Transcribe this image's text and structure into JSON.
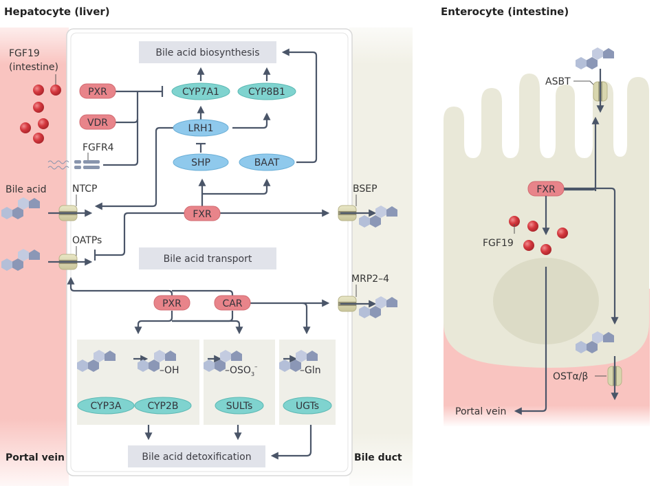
{
  "liver": {
    "title": "Hepatocyte (liver)",
    "fgf19_label_line1": "FGF19",
    "fgf19_label_line2": "(intestine)",
    "portal_vein": "Portal vein",
    "bile_duct": "Bile duct",
    "bile_acid": "Bile acid",
    "fgfr4": "FGFR4",
    "boxes": {
      "biosynthesis": "Bile acid biosynthesis",
      "transport": "Bile acid transport",
      "detox": "Bile acid detoxification"
    },
    "nuclear_receptors": {
      "pxr_top": "PXR",
      "vdr": "VDR",
      "fxr": "FXR",
      "pxr_bottom": "PXR",
      "car": "CAR"
    },
    "enzymes": {
      "cyp7a1": "CYP7A1",
      "cyp8b1": "CYP8B1",
      "lrh1": "LRH1",
      "shp": "SHP",
      "baat": "BAAT",
      "cyp3a": "CYP3A",
      "cyp2b": "CYP2B",
      "sults": "SULTs",
      "ugts": "UGTs"
    },
    "transporters": {
      "ntcp": "NTCP",
      "oatps": "OATPs",
      "bsep": "BSEP",
      "mrp": "MRP2–4"
    },
    "modifications": {
      "oh": "–OH",
      "oso3": "–OSO",
      "oso3_sub": "3",
      "oso3_sup": "–",
      "gln": "–Gln"
    }
  },
  "intestine": {
    "title": "Enterocyte (intestine)",
    "asbt": "ASBT",
    "fxr": "FXR",
    "fgf19": "FGF19",
    "ost": "OSTα/β",
    "portal_vein": "Portal vein"
  },
  "colors": {
    "receptor_fill": "#e8848a",
    "enzyme_teal": "#7fd3cf",
    "enzyme_blue": "#8fc9ec",
    "box_gray": "#e1e3ea",
    "portal_red": "#f9c4c0",
    "bile_beige": "#f1f0e6",
    "cell_beige": "#e9e8d8",
    "arrow": "#4a5568",
    "bile_acid_hex": "#a8b4cf",
    "bile_acid_hex_dark": "#8b97b6",
    "fgf19_ball": "#d4383e"
  }
}
